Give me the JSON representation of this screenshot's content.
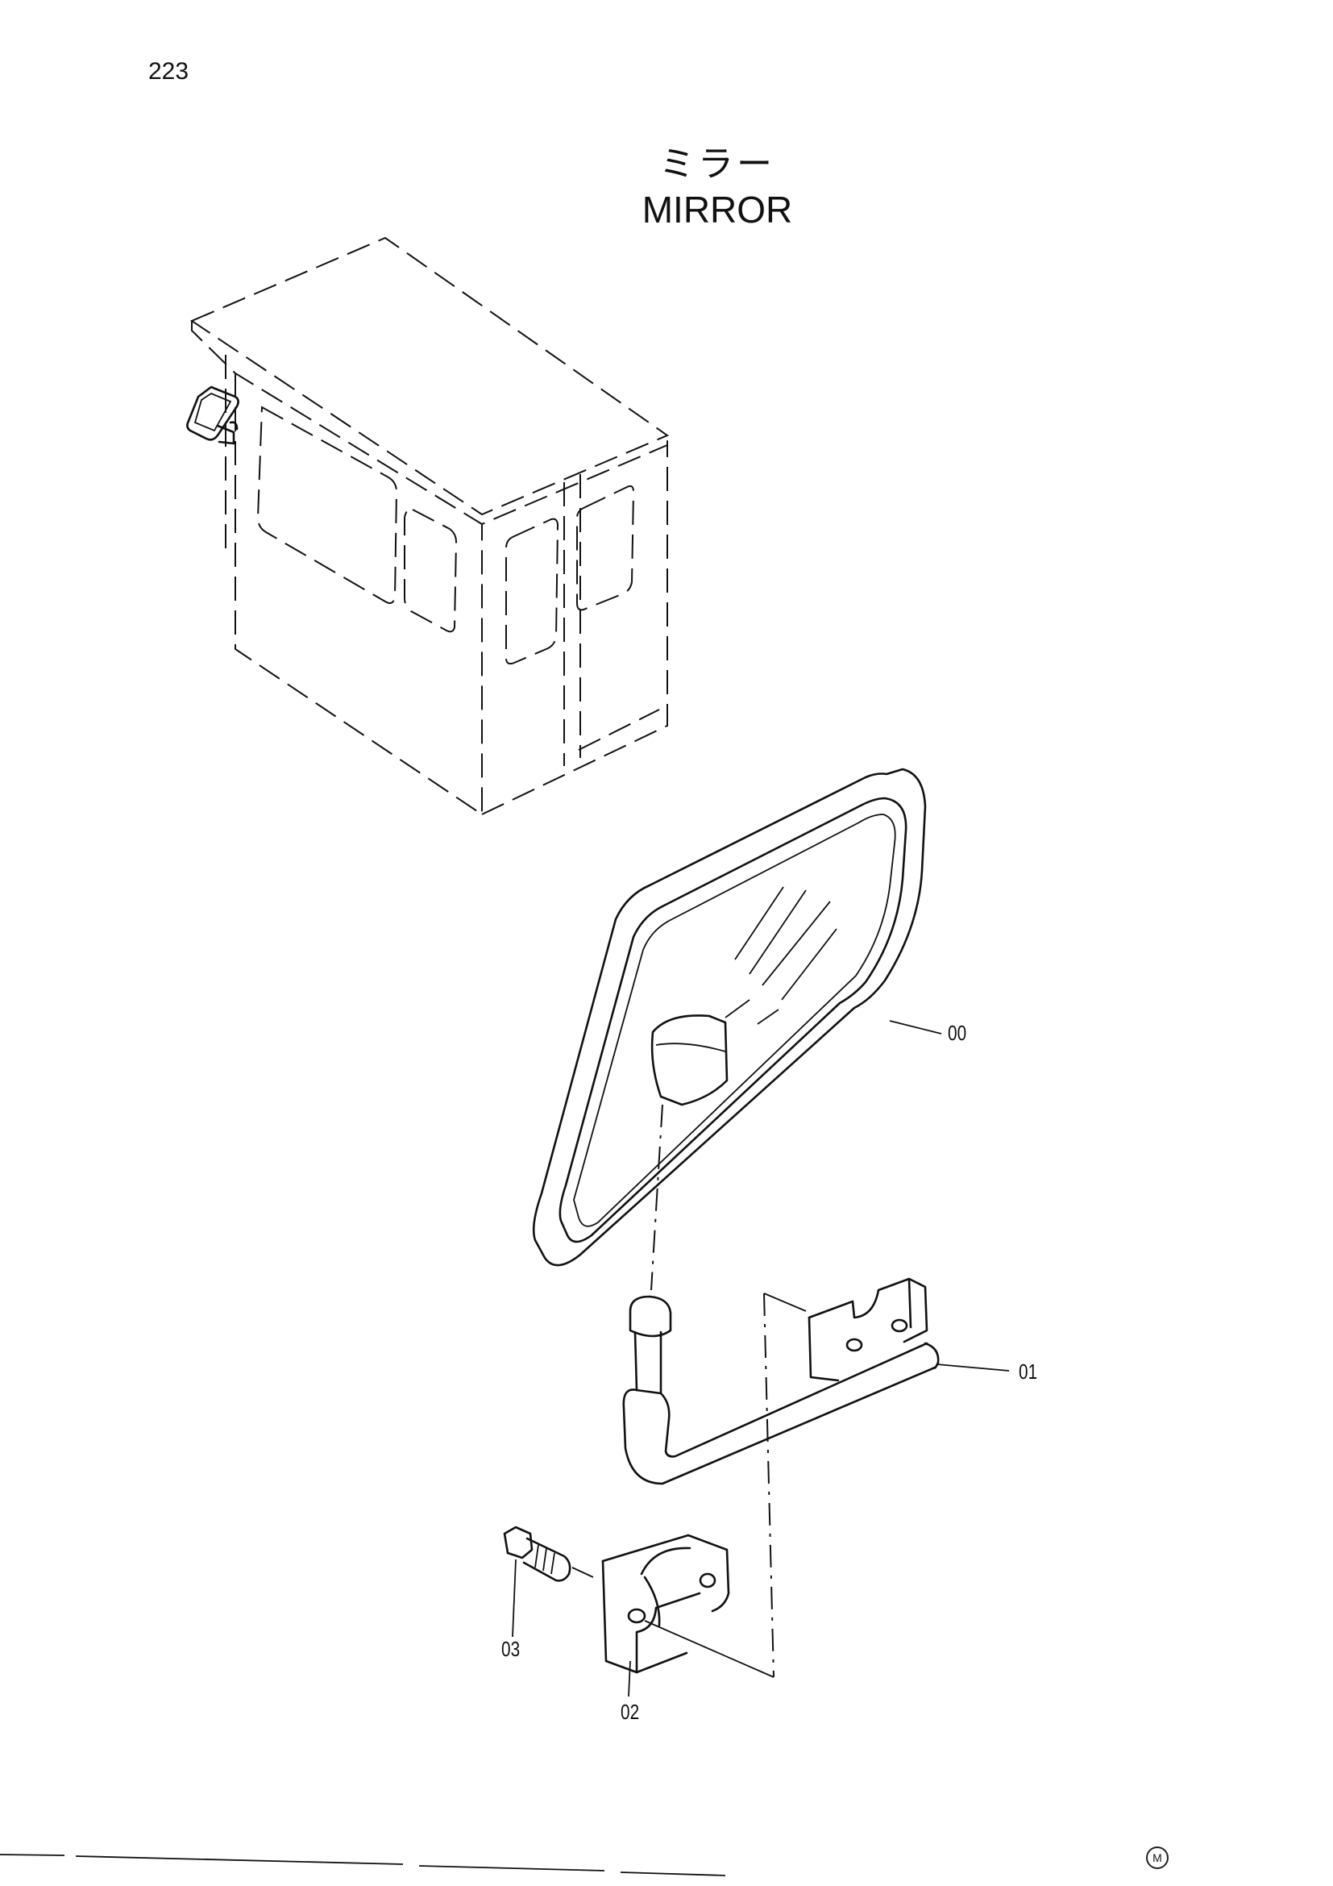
{
  "page": {
    "number": "223"
  },
  "title": {
    "jp": "ミラー",
    "en": "MIRROR"
  },
  "parts": [
    {
      "ref": "00"
    },
    {
      "ref": "01"
    },
    {
      "ref": "02"
    },
    {
      "ref": "03"
    }
  ],
  "footer": {
    "mark": "M"
  }
}
